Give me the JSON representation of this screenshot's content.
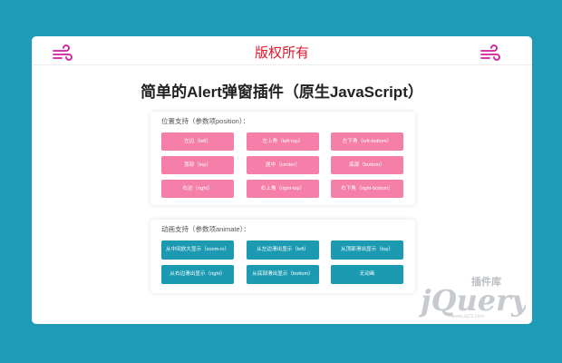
{
  "header": {
    "title": "版权所有",
    "left_icon": "wind-icon",
    "right_icon": "wind-icon",
    "accent_color": "#e0162b",
    "icon_color": "#d21c9c"
  },
  "page_heading": "简单的Alert弹窗插件（原生JavaScript）",
  "position_section": {
    "label": "位置支持（参数项position）：",
    "button_color": "#f57fa8",
    "buttons": [
      "左边（left）",
      "左上角（left-top）",
      "左下角（left-bottom）",
      "顶部（top）",
      "居中（center）",
      "底部（bottom）",
      "右边（right）",
      "右上角（right-top）",
      "右下角（right-bottom）"
    ]
  },
  "animate_section": {
    "label": "动画支持（参数项animate）：",
    "button_color": "#1b9ab2",
    "buttons": [
      "从中间放大显示（zoom-in）",
      "从左边滑出显示（left）",
      "从顶部滑出显示（top）",
      "从右边滑出显示（right）",
      "从底部滑出显示（bottom）",
      "无动画"
    ]
  },
  "watermark": {
    "brand": "jQuery",
    "tagline": "插件库",
    "url": "www.jq22.com"
  },
  "colors": {
    "background": "#1f9bb8",
    "card": "#ffffff"
  }
}
